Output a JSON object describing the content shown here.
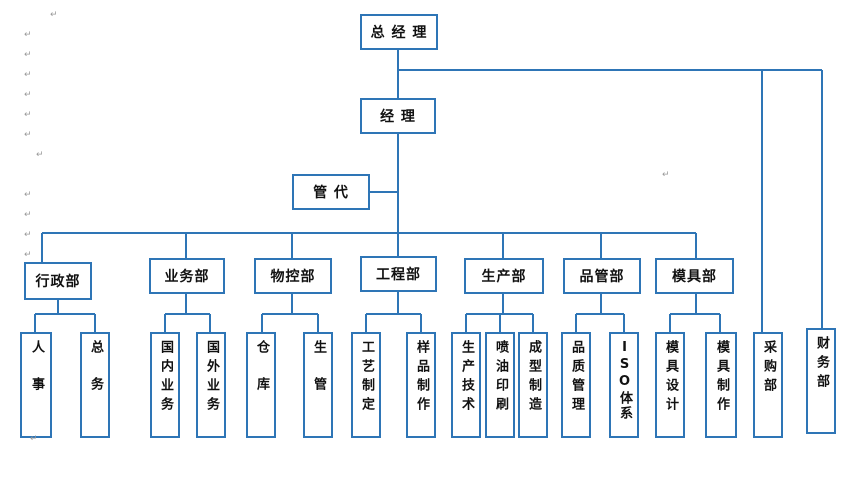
{
  "nodes": {
    "gm": "总 经 理",
    "manager": "经 理",
    "deputy": "管 代",
    "admin": "行政部",
    "business": "业务部",
    "material": "物控部",
    "engineering": "工程部",
    "production": "生产部",
    "quality": "品管部",
    "mold": "模具部",
    "hr": "人事",
    "general_affairs": "总务",
    "domestic": "国内业务",
    "foreign": "国外业务",
    "warehouse": "仓库",
    "prod_mgmt": "生管",
    "process": "工艺制定",
    "sample": "样品制作",
    "tech": "生产技术",
    "spray": "喷油印刷",
    "molding": "成型制造",
    "qc": "品质管理",
    "iso": "ISO体系",
    "mold_design": "模具设计",
    "mold_make": "模具制作",
    "purchase": "采购部",
    "finance": "财务部"
  },
  "colors": {
    "line": "#2e75b6",
    "border": "#2e75b6",
    "text": "#111111"
  }
}
